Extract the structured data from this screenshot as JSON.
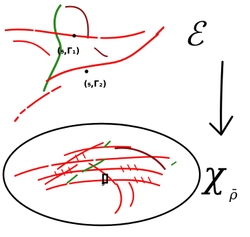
{
  "labels": {
    "total_space": "ℰ",
    "base_space": "χ",
    "base_subscript": "ρ̄",
    "point_1": "(𝔰,Γ₁)",
    "point_2": "(𝔰,Γ₂)",
    "base_point": "𝔰"
  },
  "colors": {
    "red": "#f20d0d",
    "dark_red": "#8b0c0c",
    "green": "#2a8a1f",
    "ink": "#000000"
  }
}
